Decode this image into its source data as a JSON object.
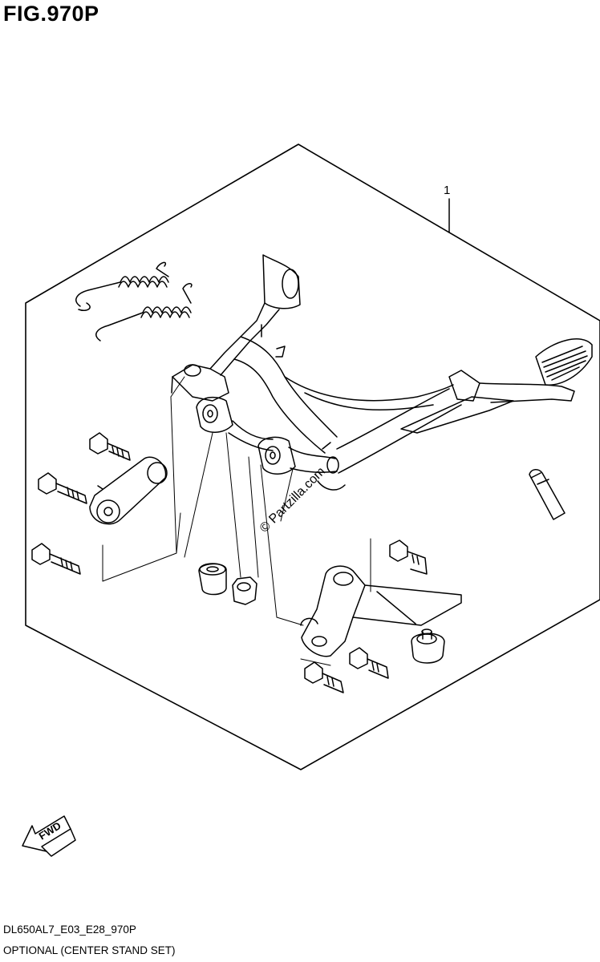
{
  "figure": {
    "title": "FIG.970P",
    "callout_number": "1",
    "watermark": "© Partzilla.com",
    "fwd_label": "FWD"
  },
  "footer": {
    "code": "DL650AL7_E03_E28_970P",
    "description": "OPTIONAL (CENTER STAND SET)"
  },
  "colors": {
    "line": "#000000",
    "background": "#ffffff"
  }
}
